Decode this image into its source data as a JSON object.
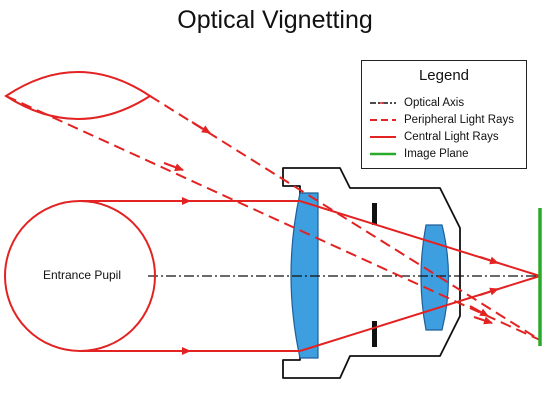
{
  "title": "Optical Vignetting",
  "legend": {
    "title": "Legend",
    "items": [
      {
        "label": "Optical Axis",
        "style": "axis",
        "color": "#111111",
        "accent": "#e32222"
      },
      {
        "label": "Peripheral Light Rays",
        "style": "dashed",
        "color": "#e32222"
      },
      {
        "label": "Central Light Rays",
        "style": "solid",
        "color": "#e32222"
      },
      {
        "label": "Image Plane",
        "style": "solid",
        "color": "#2aaa2a"
      }
    ]
  },
  "entrance_pupil_label": "Entrance Pupil",
  "colors": {
    "ray": "#e32222",
    "lens_fill": "#3d9ee0",
    "lens_stroke": "#1f5f99",
    "barrel": "#111111",
    "image_plane": "#2aaa2a"
  }
}
